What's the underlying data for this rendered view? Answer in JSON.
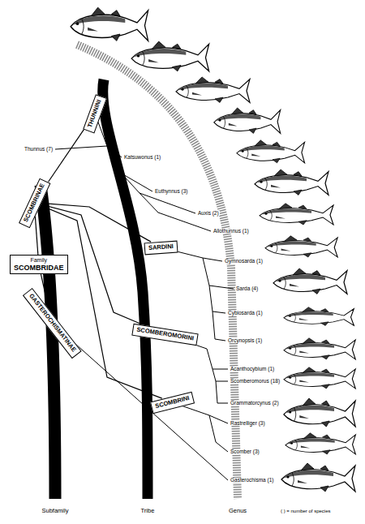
{
  "diagram": {
    "nodes": [
      {
        "text": [
          "Family",
          "SCOMBRIDAE"
        ]
      },
      {
        "text": [
          "SCOMBRINAE"
        ]
      },
      {
        "text": [
          "GASTEROCHISMATINAE"
        ]
      },
      {
        "text": [
          "THUNNINI"
        ]
      },
      {
        "text": [
          "SARDINI"
        ]
      },
      {
        "text": [
          "SCOMBEROMORINI"
        ]
      },
      {
        "text": [
          "SCOMBRINI"
        ]
      }
    ],
    "edges": [
      {
        "from": 0,
        "to": 1,
        "arrow": "none"
      },
      {
        "from": 0,
        "to": 2,
        "arrow": "none"
      },
      {
        "from": 1,
        "to": 3,
        "arrow": "none"
      },
      {
        "from": 1,
        "to": 4,
        "arrow": "none"
      },
      {
        "from": 1,
        "to": 5,
        "arrow": "none"
      },
      {
        "from": 1,
        "to": 6,
        "arrow": "none"
      }
    ],
    "labels": [
      "Thunnus (7)",
      "Katsuwonus (1)",
      "Euthynnus (3)",
      "Auxis (2)",
      "Allothunnus (1)",
      "Gymnosarda (1)",
      "Sarda (4)",
      "Cybiosarda (1)",
      "Orcynopsis (1)",
      "Acanthocybium (1)",
      "Scomberomorus (18)",
      "Grammatorcynus (2)",
      "Rastrelliger (3)",
      "Scomber (3)",
      "Gasterochisma (1)",
      "Subfamily",
      "Tribe",
      "Genus",
      "( ) = number of species"
    ]
  }
}
